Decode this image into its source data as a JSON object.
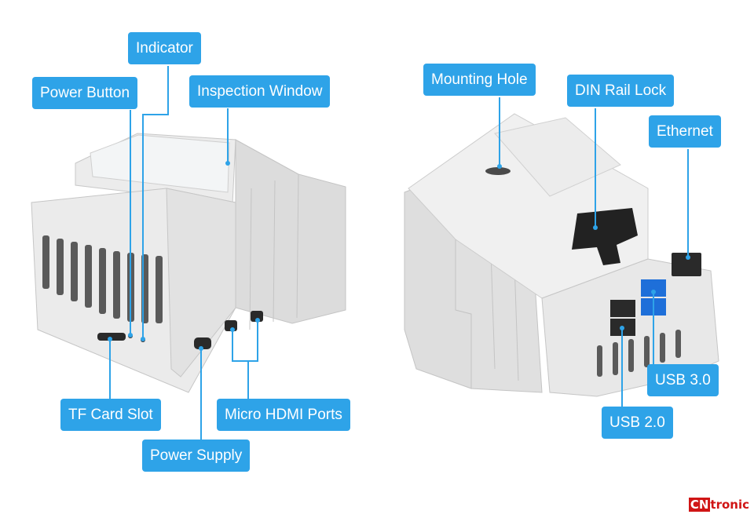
{
  "labels": {
    "indicator": "Indicator",
    "power_button": "Power Button",
    "inspection_window": "Inspection Window",
    "tf_card_slot": "TF Card Slot",
    "power_supply": "Power Supply",
    "micro_hdmi_ports": "Micro HDMI Ports",
    "mounting_hole": "Mounting Hole",
    "din_rail_lock": "DIN Rail Lock",
    "ethernet": "Ethernet",
    "usb_30": "USB 3.0",
    "usb_20": "USB 2.0"
  },
  "watermark": {
    "mark": "CN",
    "text": "tronic"
  },
  "colors": {
    "callout": "#2ea3e8",
    "enclosure": "#e6e6e6",
    "usb3_port": "#1e6fd9"
  }
}
